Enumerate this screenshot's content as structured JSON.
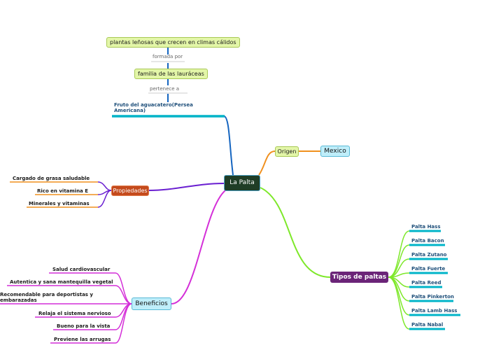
{
  "center": {
    "label": "La Palta"
  },
  "top_chain": {
    "node1": "plantas leñosas que crecen en climas cálidos",
    "link1": "formada por",
    "node2": "familia de las lauráceas",
    "link2": "pertenece a",
    "node3": "Fruto del aguacatero(Persea Americana)"
  },
  "origin": {
    "label": "Origen",
    "child": "Mexico"
  },
  "propiedades": {
    "label": "Propiedades",
    "items": [
      "Cargado de grasa saludable",
      "Rico en vitamina E",
      "Minerales y vitaminas"
    ]
  },
  "beneficios": {
    "label": "Beneficios",
    "items": [
      "Salud cardiovascular",
      "Autentica y sana mantequilla vegetal",
      "Recomendable para deportistas y embarazadas",
      "Relaja el sistema nervioso",
      "Bueno para la vista",
      "Previene las arrugas"
    ]
  },
  "tipos": {
    "label": "Tipos de paltas",
    "items": [
      "Palta Hass",
      "Palta Bacon",
      "Palta Zutano",
      "Palta Fuerte",
      "Palta Reed",
      "Palta Pinkerton",
      "Palta Lamb Hass",
      "Palta Nabal"
    ]
  },
  "colors": {
    "blue_branch": "#1565c0",
    "orange_branch": "#f0901e",
    "purple_branch": "#6a1fd1",
    "magenta_branch": "#d42fd8",
    "lime_branch": "#7ee82a",
    "cyan_underline": "#00b4c8"
  }
}
